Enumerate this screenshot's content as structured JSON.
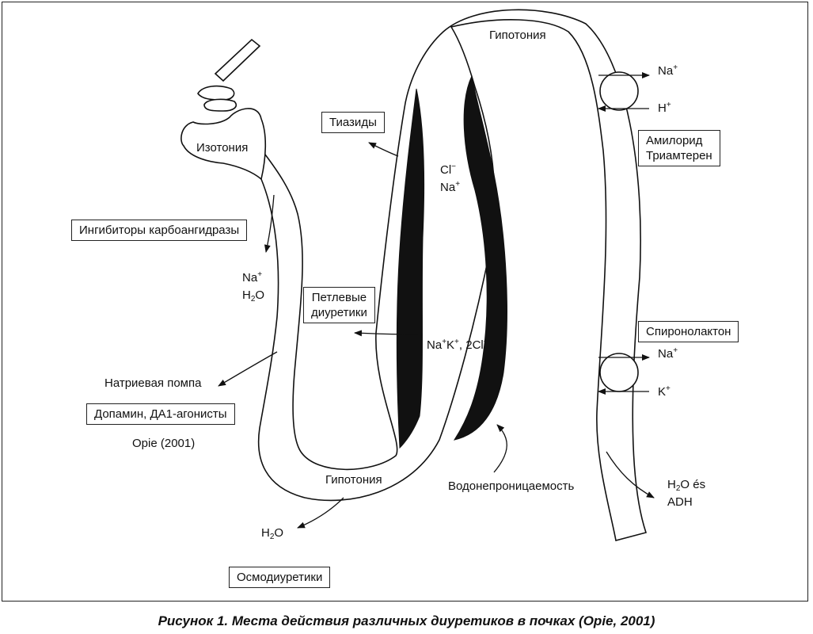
{
  "caption": "Рисунок 1. Места действия различных диуретиков в почках (Opie, 2001)",
  "zones": {
    "isotonia": "Изотония",
    "hypotonia_top": "Гипотония",
    "hypotonia_bottom": "Гипотония",
    "water_impermeability": "Водонепроницаемость"
  },
  "drug_boxes": {
    "carbonic_anhydrase": "Ингибиторы карбоангидразы",
    "thiazides": "Тиазиды",
    "loop_line1": "Петлевые",
    "loop_line2": "диуретики",
    "amiloride_line1": "Амилорид",
    "amiloride_line2": "Триамтерен",
    "spironolactone": "Спиронолактон",
    "dopamine": "Допамин, ДА1-агонисты",
    "osmotic": "Осмодиуретики"
  },
  "ions": {
    "proximal_na": "Na",
    "proximal_na_sup": "+",
    "proximal_h": "H",
    "proximal_h_sub": "2",
    "proximal_o": "O",
    "thiazide_cl": "Cl",
    "thiazide_cl_sup": "−",
    "thiazide_na": "Na",
    "thiazide_na_sup": "+",
    "loop_na": "Na",
    "loop_na_sup": "+",
    "loop_k": "K",
    "loop_k_sup": "+",
    "loop_2cl": ", 2Cl",
    "loop_2cl_sup": "−",
    "amil_na": "Na",
    "amil_na_sup": "+",
    "amil_h": "H",
    "amil_h_sup": "+",
    "spiro_na": "Na",
    "spiro_na_sup": "+",
    "spiro_k": "K",
    "spiro_k_sup": "+",
    "bottom_h": "H",
    "bottom_h_sub": "2",
    "bottom_o": "O",
    "collecting_h": "H",
    "collecting_h_sub": "2",
    "collecting_o": "O és",
    "collecting_adh": "ADH"
  },
  "labels": {
    "sodium_pump": "Натриевая помпа",
    "citation": "Opie (2001)"
  }
}
